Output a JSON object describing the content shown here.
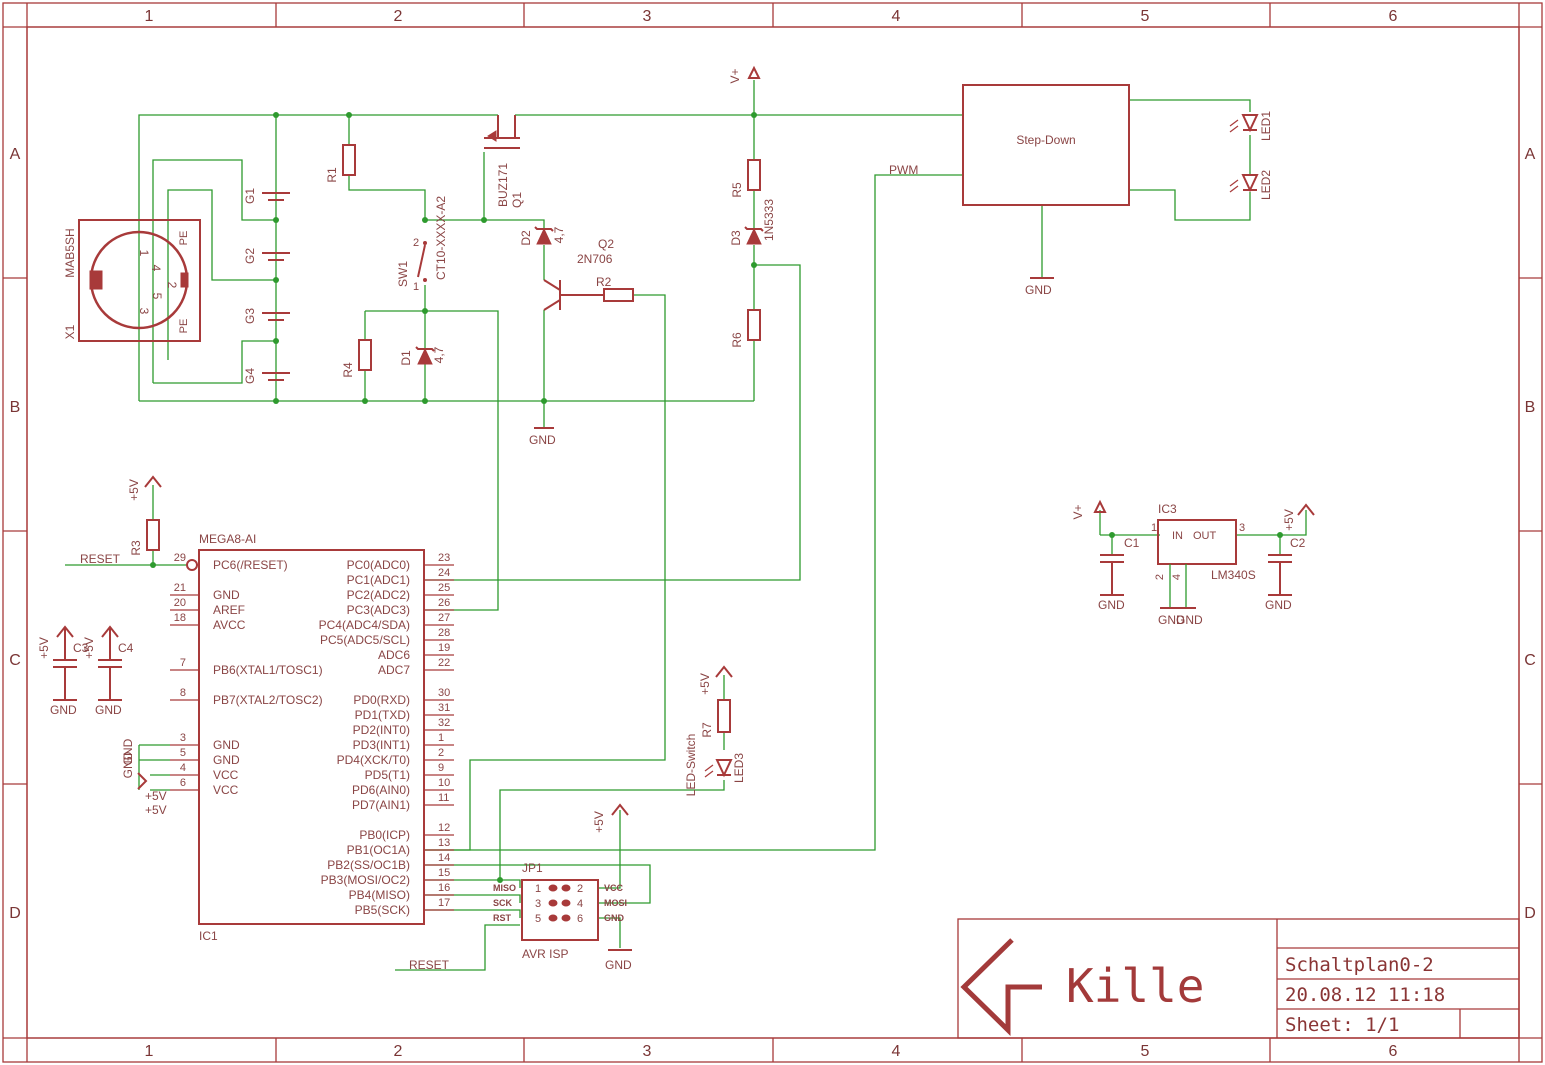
{
  "frame": {
    "columns": [
      "1",
      "2",
      "3",
      "4",
      "5",
      "6"
    ],
    "rows": [
      "A",
      "B",
      "C",
      "D"
    ]
  },
  "title_block": {
    "logo_text": "Kille",
    "drawing_name": "Schaltplan0-2",
    "date": "20.08.12 11:18",
    "sheet": "Sheet: 1/1"
  },
  "parts": {
    "x1": {
      "name": "X1",
      "value": "MAB5SH",
      "pins": [
        "1",
        "4",
        "5",
        "2",
        "3"
      ],
      "pe": "PE"
    },
    "batteries": [
      "G1",
      "G2",
      "G3",
      "G4"
    ],
    "r1": "R1",
    "r2": "R2",
    "r4": "R4",
    "r5": "R5",
    "r6": "R6",
    "r7": "R7",
    "r3": "R3",
    "sw1": {
      "name": "SW1",
      "value": "CT10-XXXX-A2",
      "pin1": "1",
      "pin2": "2"
    },
    "q1": {
      "name": "Q1",
      "value": "BUZ171"
    },
    "q2": {
      "name": "Q2",
      "value": "2N706"
    },
    "d1": {
      "name": "D1",
      "value": "4,7"
    },
    "d2": {
      "name": "D2",
      "value": "4,7"
    },
    "d3": {
      "name": "D3",
      "value": "1N5333"
    },
    "stepdown": "Step-Down",
    "led1": "LED1",
    "led2": "LED2",
    "led3": "LED3",
    "led_switch": "LED-Switch",
    "ic1": {
      "name": "IC1",
      "value": "MEGA8-AI",
      "left_pins": [
        {
          "num": "29",
          "label": "PC6(/RESET)"
        },
        {
          "num": "21",
          "label": "GND"
        },
        {
          "num": "20",
          "label": "AREF"
        },
        {
          "num": "18",
          "label": "AVCC"
        },
        {
          "num": "7",
          "label": "PB6(XTAL1/TOSC1)"
        },
        {
          "num": "8",
          "label": "PB7(XTAL2/TOSC2)"
        },
        {
          "num": "3",
          "label": "GND"
        },
        {
          "num": "5",
          "label": "GND"
        },
        {
          "num": "4",
          "label": "VCC"
        },
        {
          "num": "6",
          "label": "VCC"
        }
      ],
      "right_pins": [
        {
          "num": "23",
          "label": "PC0(ADC0)"
        },
        {
          "num": "24",
          "label": "PC1(ADC1)"
        },
        {
          "num": "25",
          "label": "PC2(ADC2)"
        },
        {
          "num": "26",
          "label": "PC3(ADC3)"
        },
        {
          "num": "27",
          "label": "PC4(ADC4/SDA)"
        },
        {
          "num": "28",
          "label": "PC5(ADC5/SCL)"
        },
        {
          "num": "19",
          "label": "ADC6"
        },
        {
          "num": "22",
          "label": "ADC7"
        },
        {
          "num": "30",
          "label": "PD0(RXD)"
        },
        {
          "num": "31",
          "label": "PD1(TXD)"
        },
        {
          "num": "32",
          "label": "PD2(INT0)"
        },
        {
          "num": "1",
          "label": "PD3(INT1)"
        },
        {
          "num": "2",
          "label": "PD4(XCK/T0)"
        },
        {
          "num": "9",
          "label": "PD5(T1)"
        },
        {
          "num": "10",
          "label": "PD6(AIN0)"
        },
        {
          "num": "11",
          "label": "PD7(AIN1)"
        },
        {
          "num": "12",
          "label": "PB0(ICP)"
        },
        {
          "num": "13",
          "label": "PB1(OC1A)"
        },
        {
          "num": "14",
          "label": "PB2(SS/OC1B)"
        },
        {
          "num": "15",
          "label": "PB3(MOSI/OC2)"
        },
        {
          "num": "16",
          "label": "PB4(MISO)"
        },
        {
          "num": "17",
          "label": "PB5(SCK)"
        }
      ]
    },
    "jp1": {
      "name": "JP1",
      "value": "AVR ISP",
      "left_labels": [
        "MISO",
        "SCK",
        "RST"
      ],
      "right_labels": [
        "VCC",
        "MOSI",
        "GND"
      ],
      "left_nums": [
        "1",
        "3",
        "5"
      ],
      "right_nums": [
        "2",
        "4",
        "6"
      ]
    },
    "ic3": {
      "name": "IC3",
      "value": "LM340S",
      "in_label": "IN",
      "out_label": "OUT",
      "pin1": "1",
      "pin2": "2",
      "pin3": "3",
      "pin4": "4"
    },
    "c1": "C1",
    "c2": "C2",
    "c3": "C3",
    "c4": "C4"
  },
  "nets": {
    "vplus": "V+",
    "plus5v": "+5V",
    "gnd": "GND",
    "pwm": "PWM",
    "reset": "RESET"
  }
}
